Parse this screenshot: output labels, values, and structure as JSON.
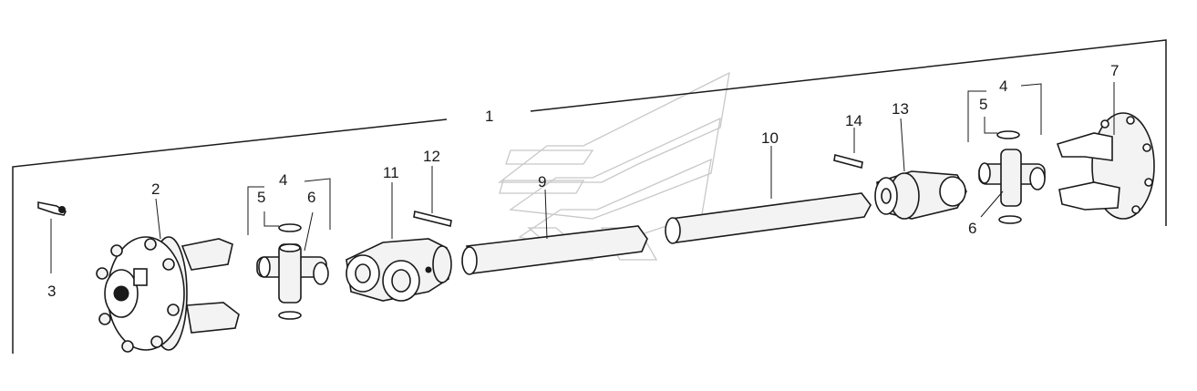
{
  "diagram": {
    "callouts": [
      {
        "id": "c1",
        "text": "1"
      },
      {
        "id": "c2",
        "text": "2"
      },
      {
        "id": "c3",
        "text": "3"
      },
      {
        "id": "c4a",
        "text": "4"
      },
      {
        "id": "c5a",
        "text": "5"
      },
      {
        "id": "c6a",
        "text": "6"
      },
      {
        "id": "c11",
        "text": "11"
      },
      {
        "id": "c12",
        "text": "12"
      },
      {
        "id": "c9",
        "text": "9"
      },
      {
        "id": "c10",
        "text": "10"
      },
      {
        "id": "c14",
        "text": "14"
      },
      {
        "id": "c13",
        "text": "13"
      },
      {
        "id": "c4b",
        "text": "4"
      },
      {
        "id": "c5b",
        "text": "5"
      },
      {
        "id": "c6b",
        "text": "6"
      },
      {
        "id": "c7",
        "text": "7"
      }
    ]
  }
}
